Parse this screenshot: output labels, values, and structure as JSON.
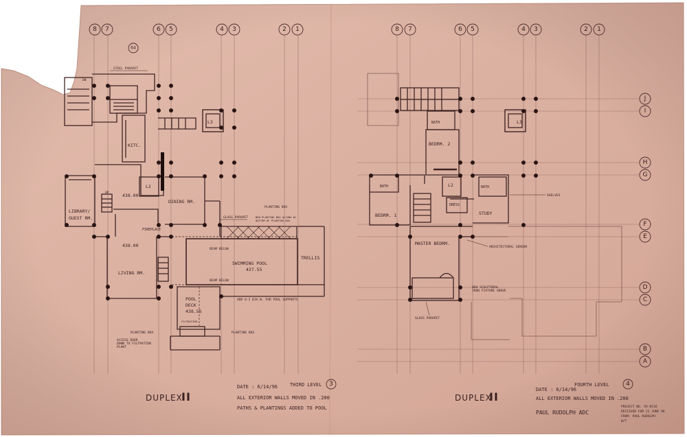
{
  "left_plan": {
    "col_bubbles": [
      "8",
      "7",
      "6",
      "5",
      "4",
      "3",
      "2",
      "1"
    ],
    "rooms": {
      "library": "LIBRARY/",
      "guest": "GUEST RM.",
      "kitchen": "KITC.",
      "dining": "DINING RM.",
      "living": "LIVING RM.",
      "pool": "SWIMMING POOL",
      "pool_elev": "437.55",
      "deck": "POOL",
      "deck2": "DECK",
      "deck_elev": "438.55",
      "l2": "L2",
      "l3": "L3",
      "elev1": "438.00",
      "elev2": "438.00",
      "fireplace": "FIREPLACE",
      "trellis": "TRELLIS"
    },
    "notes": {
      "steel_parapet": "STEEL PARAPET",
      "planting_box_top": "PLANTING BOX",
      "glass_parapet": "GLASS PARAPET",
      "new_planting_edge": "NEW PLANTING BOX ALIGNS W/",
      "new_planting_edge2": "BOTTOM OF PLANTING BOX",
      "beam_below_1": "BEAM BELOW",
      "beam_below_2": "BEAM BELOW",
      "add_note": "ADD 6-2 DIA W. FOR POOL SUPPORTS",
      "planting_box_left": "PLANTING BOX",
      "planting_box_right": "PLANTING BOX",
      "access_door": "ACCESS DOOR",
      "access_door2": "DOWN TO FILTRATION",
      "access_door3": "PLANT",
      "filtration": "FILTRATION",
      "top_num": "64",
      "up": "UP",
      "dn": "DN"
    },
    "title": "DUPLEX",
    "roman": "II",
    "level_label": "THIRD LEVEL",
    "level_num": "3",
    "date": "DATE : 6/14/96",
    "note1": "ALL EXTERIOR WALLS MOVED IN .200",
    "note2": "PATHS & PLANTINGS ADDED TO POOL"
  },
  "right_plan": {
    "col_bubbles": [
      "8",
      "7",
      "6",
      "5",
      "4",
      "3",
      "2",
      "1"
    ],
    "row_bubbles": [
      "J",
      "I",
      "H",
      "G",
      "F",
      "E",
      "D",
      "C",
      "B",
      "A"
    ],
    "rooms": {
      "bath1": "BATH",
      "bath2": "BATH",
      "bath3": "BATH",
      "bedrm2": "BEDRM. 2",
      "bedrm1": "BEDRM. 1",
      "master": "MASTER BEDRM.",
      "study": "STUDY",
      "dress": "DRESS",
      "l2": "L2",
      "l3": "L3"
    },
    "notes": {
      "shelves": "SHELVES",
      "architectural_sensor": "ARCHITECTURAL SENSOR",
      "new_sculptural": "NEW SCULPTURAL",
      "new_sculptural2": "IRON FIXTURE ABOVE",
      "glass_parapet": "GLASS PARAPET"
    },
    "title": "DUPLEX",
    "roman": "II",
    "level_label": "FOURTH LEVEL",
    "level_num": "4",
    "date": "DATE : 6/14/96",
    "note1": "ALL EXTERIOR WALLS MOVED IN .200",
    "architect": "PAUL RUDOLPH  ADC"
  },
  "stamp": {
    "line1": "PROJECT NO. 93-0116",
    "line2": "RECEIVED FOR 21 JUNE 96",
    "line3": "FROM: PAUL RUDOLPH",
    "line4": "W/T"
  },
  "colors": {
    "paper": "#dcb2a2",
    "paper_light": "#e7c6b8",
    "ink": "#3f2424"
  }
}
